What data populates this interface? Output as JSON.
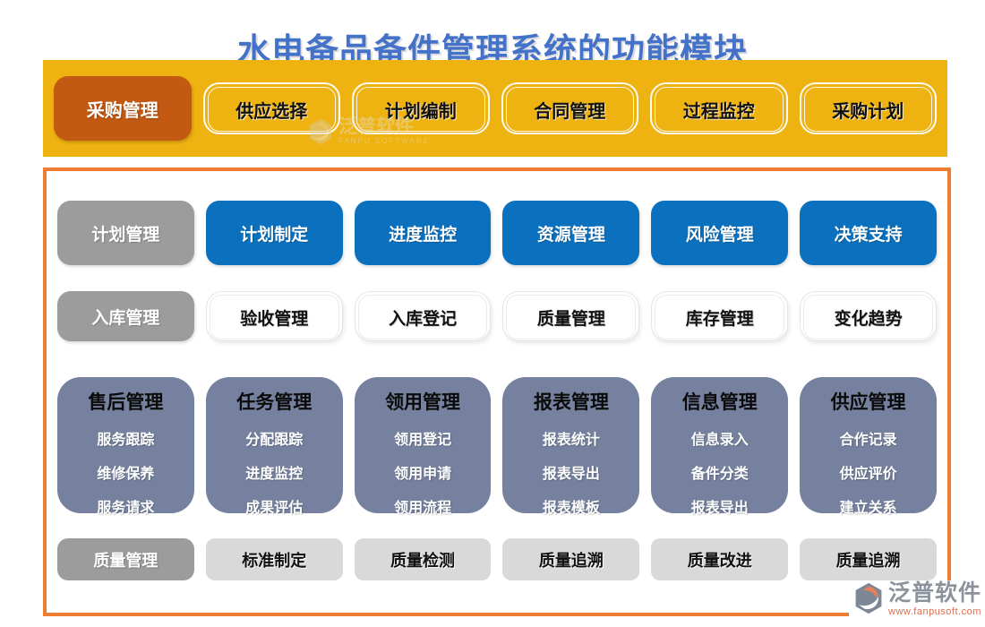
{
  "title": "水电备品备件管理系统的功能模块",
  "banner": {
    "lead": "采购管理",
    "items": [
      "供应选择",
      "计划编制",
      "合同管理",
      "过程监控",
      "采购计划"
    ]
  },
  "rows": {
    "plan": {
      "lead": "计划管理",
      "items": [
        "计划制定",
        "进度监控",
        "资源管理",
        "风险管理",
        "决策支持"
      ]
    },
    "storage": {
      "lead": "入库管理",
      "items": [
        "验收管理",
        "入库登记",
        "质量管理",
        "库存管理",
        "变化趋势"
      ]
    },
    "quality": {
      "lead": "质量管理",
      "items": [
        "标准制定",
        "质量检测",
        "质量追溯",
        "质量改进",
        "质量追溯"
      ]
    }
  },
  "cards": [
    {
      "title": "售后管理",
      "items": [
        "服务跟踪",
        "维修保养",
        "服务请求"
      ]
    },
    {
      "title": "任务管理",
      "items": [
        "分配跟踪",
        "进度监控",
        "成果评估"
      ]
    },
    {
      "title": "领用管理",
      "items": [
        "领用登记",
        "领用申请",
        "领用流程"
      ]
    },
    {
      "title": "报表管理",
      "items": [
        "报表统计",
        "报表导出",
        "报表模板"
      ]
    },
    {
      "title": "信息管理",
      "items": [
        "信息录入",
        "备件分类",
        "报表导出"
      ]
    },
    {
      "title": "供应管理",
      "items": [
        "合作记录",
        "供应评价",
        "建立关系"
      ]
    }
  ],
  "watermark": {
    "text": "泛普软件",
    "subtext": "FANPU SOFTWARE"
  },
  "footer": {
    "brand": "泛普软件",
    "url": "www.fanpusoft.com"
  },
  "colors": {
    "title_blue": "#4472C8",
    "banner_yellow": "#EEB211",
    "lead_orange": "#C45A12",
    "primary_blue": "#0B71BF",
    "pill_gray": "#9C9C9C",
    "card_slate": "#75819E",
    "light_gray": "#D9D9D9",
    "border_orange": "#ED7D31",
    "footer_brand_gray": "#8C939C",
    "footer_url_red": "#E06A4A"
  }
}
